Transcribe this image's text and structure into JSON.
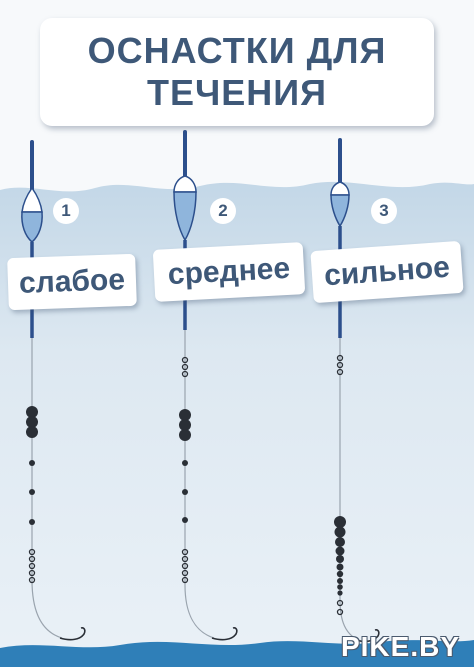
{
  "title": {
    "line1": "ОСНАСТКИ ДЛЯ",
    "line2": "ТЕЧЕНИЯ"
  },
  "rigs": [
    {
      "number": "1",
      "label": "слабое"
    },
    {
      "number": "2",
      "label": "среднее"
    },
    {
      "number": "3",
      "label": "сильное"
    }
  ],
  "watermark": "PIKE.BY",
  "colors": {
    "water_top": "#c3d7e7",
    "water_bottom": "#e6eff6",
    "seabed": "#2f7fb8",
    "float_body": "#8fb5dc",
    "antenna": "#2c4f8c",
    "line": "#9aa4ae",
    "shot": "#2a2f36",
    "text": "#3e5878"
  }
}
